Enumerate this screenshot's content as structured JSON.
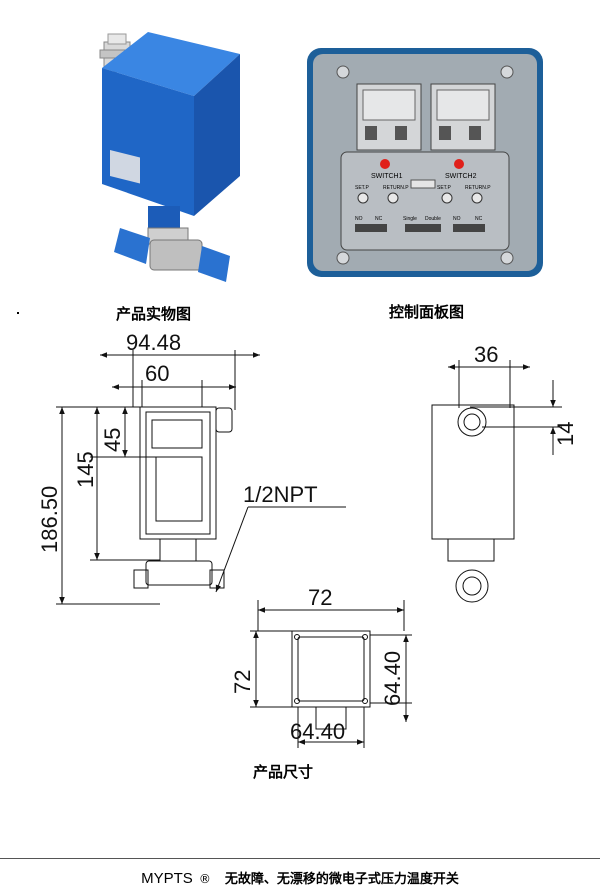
{
  "photos": {
    "product_caption": "产品实物图",
    "panel_caption": "控制面板图"
  },
  "panel": {
    "switch1": "SWITCH1",
    "switch2": "SWITCH2",
    "set_p": "SET.P",
    "return_p": "RETURN.P",
    "set_p_2": "SET.P",
    "return_p_2": "RETURN.P",
    "single": "Single",
    "double": "Double",
    "no": "NO",
    "nc": "NC",
    "no_2": "NO",
    "nc_2": "NC"
  },
  "drawing": {
    "dim_94_48": "94.48",
    "dim_60": "60",
    "dim_45": "45",
    "dim_145": "145",
    "dim_186_50": "186.50",
    "thread": "1/2NPT",
    "dim_36": "36",
    "dim_14": "14",
    "dim_72_top": "72",
    "dim_72_side": "72",
    "dim_64_40_side": "64.40",
    "dim_64_40_bottom": "64.40",
    "caption": "产品尺寸"
  },
  "footer": {
    "brand": "MYPTS",
    "reg_mark": "®",
    "description": "无故障、无漂移的微电子式压力温度开关"
  },
  "colors": {
    "housing_blue": "#1c63c4",
    "panel_gray": "#9aa3aa",
    "panel_border": "#1d5f99",
    "indicator_red": "#e0201a"
  }
}
